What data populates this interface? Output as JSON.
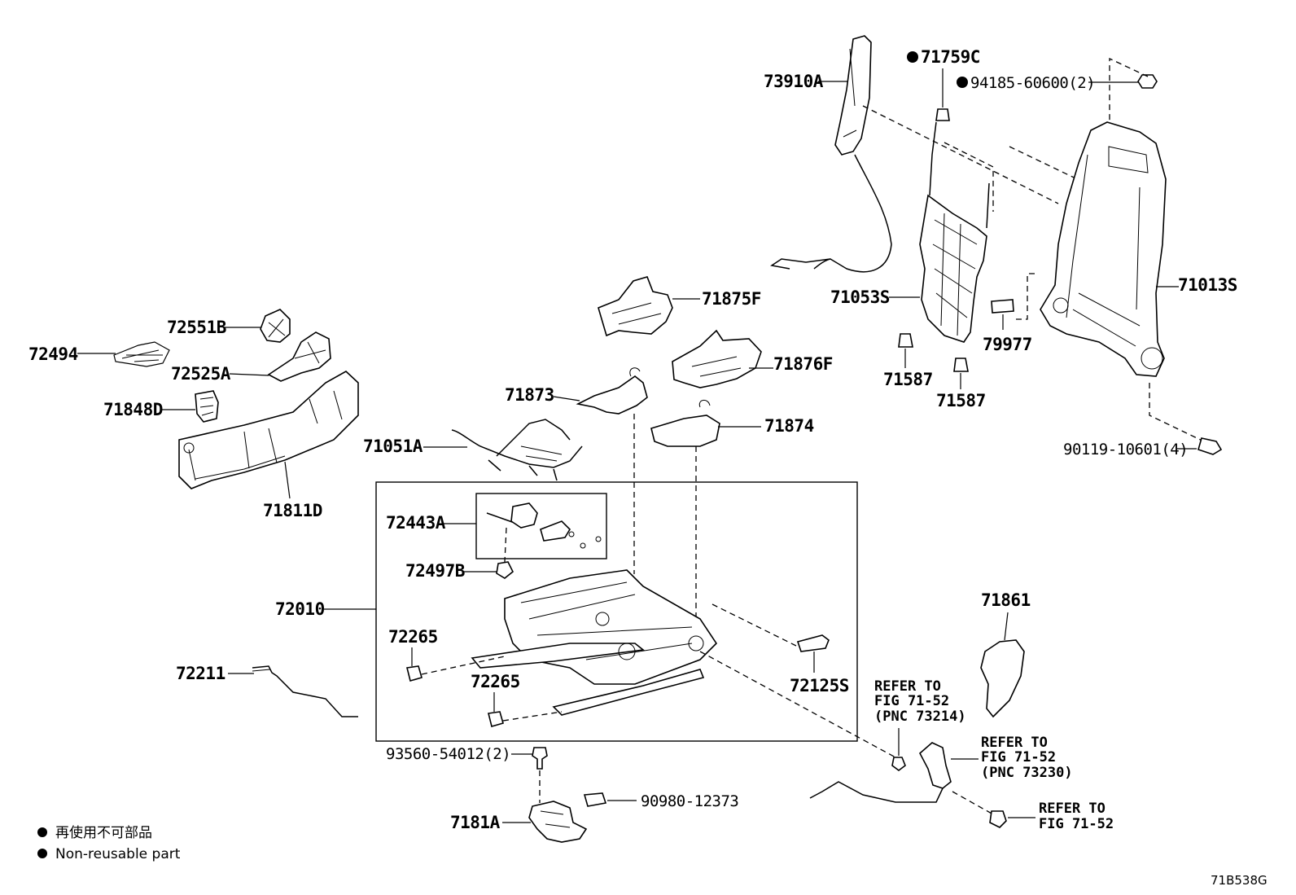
{
  "labels": {
    "p73910A": "73910A",
    "p71759C": "71759C",
    "p94185": "94185-60600(2)",
    "p71053S": "71053S",
    "p71013S": "71013S",
    "p79977": "79977",
    "p71587a": "71587",
    "p71587b": "71587",
    "p90119": "90119-10601(4)",
    "p71875F": "71875F",
    "p71876F": "71876F",
    "p71873": "71873",
    "p71874": "71874",
    "p71051A": "71051A",
    "p72551B": "72551B",
    "p72494": "72494",
    "p72525A": "72525A",
    "p71848D": "71848D",
    "p71811D": "71811D",
    "p72443A": "72443A",
    "p72497B": "72497B",
    "p72010": "72010",
    "p72265a": "72265",
    "p72265b": "72265",
    "p72125S": "72125S",
    "p72211": "72211",
    "p71861": "71861",
    "p93560": "93560-54012(2)",
    "p7181A": "7181A",
    "p90980": "90980-12373"
  },
  "refs": {
    "r1": [
      "REFER TO",
      "FIG 71-52",
      "(PNC 73214)"
    ],
    "r2": [
      "REFER TO",
      "FIG 71-52",
      "(PNC 73230)"
    ],
    "r3": [
      "REFER TO",
      "FIG 71-52"
    ]
  },
  "legend": {
    "jp": "再使用不可部品",
    "en": "Non-reusable part"
  },
  "figure_code": "71B538G"
}
